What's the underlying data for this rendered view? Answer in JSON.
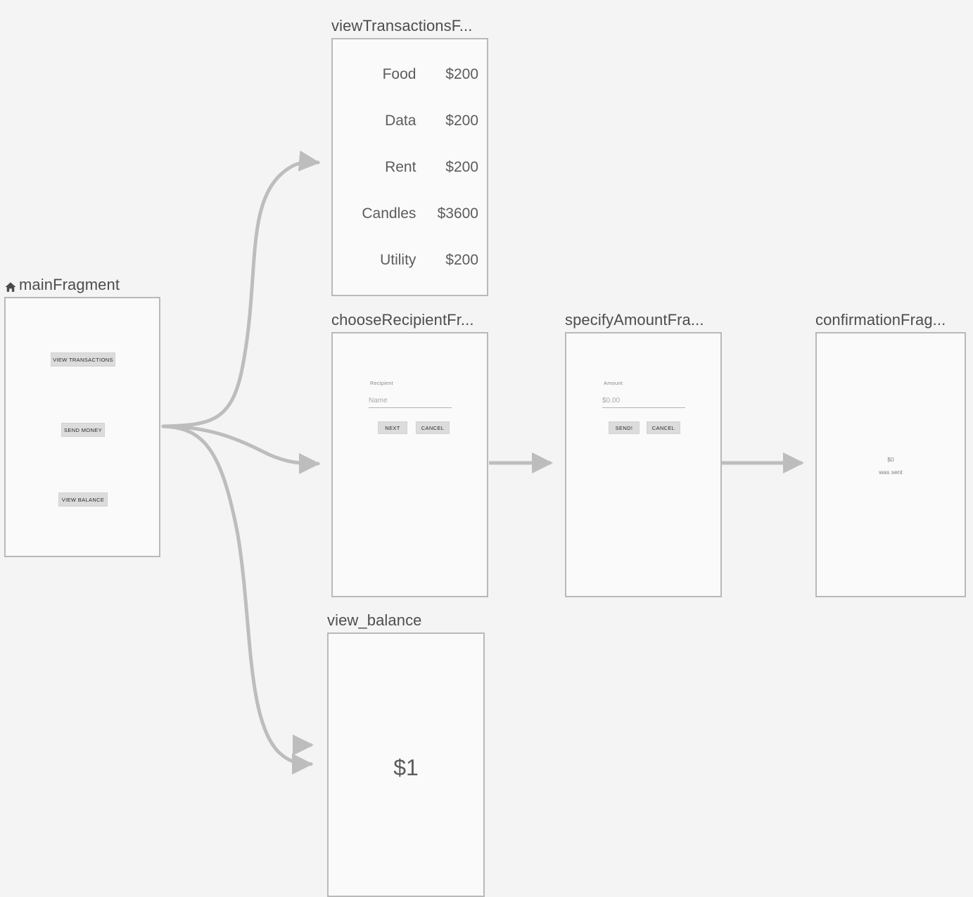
{
  "theme": {
    "background": "#f4f4f4",
    "panel_fill": "#fafafa",
    "panel_border": "#b9b9b9",
    "title_color": "#4d4d4d",
    "connector_color": "#bdbdbd",
    "button_fill": "#dcdcdc",
    "text_muted": "#8a8a8a"
  },
  "nodes": {
    "main": {
      "title": "mainFragment",
      "start_icon": "home-icon",
      "buttons": [
        {
          "label": "VIEW TRANSACTIONS"
        },
        {
          "label": "SEND MONEY"
        },
        {
          "label": "VIEW BALANCE"
        }
      ]
    },
    "transactions": {
      "title": "viewTransactionsF...",
      "rows": [
        {
          "label": "Food",
          "amount": "$200"
        },
        {
          "label": "Data",
          "amount": "$200"
        },
        {
          "label": "Rent",
          "amount": "$200"
        },
        {
          "label": "Candles",
          "amount": "$3600"
        },
        {
          "label": "Utility",
          "amount": "$200"
        }
      ]
    },
    "choose_recipient": {
      "title": "chooseRecipientFr...",
      "field_label": "Recipient",
      "field_placeholder": "Name",
      "primary_button": "NEXT",
      "secondary_button": "CANCEL"
    },
    "specify_amount": {
      "title": "specifyAmountFra...",
      "field_label": "Amount",
      "field_placeholder": "$0.00",
      "primary_button": "SEND!",
      "secondary_button": "CANCEL"
    },
    "confirmation": {
      "title": "confirmationFrag...",
      "amount": "$0",
      "subtitle": "was sent"
    },
    "view_balance": {
      "title": "view_balance",
      "amount": "$1"
    }
  }
}
